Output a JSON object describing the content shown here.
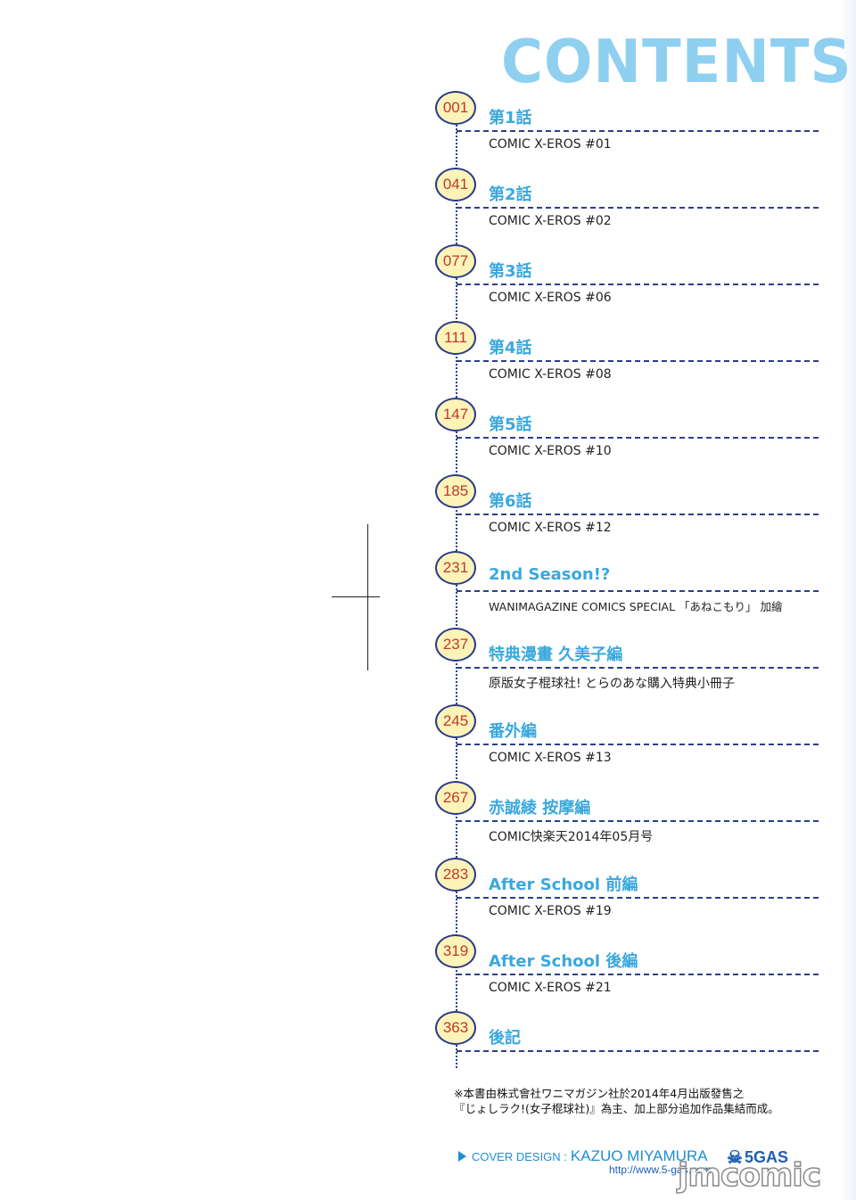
{
  "title": "CONTENTS",
  "entries": [
    {
      "page": "001",
      "chapter": "第1話",
      "source": "COMIC X-EROS #01"
    },
    {
      "page": "041",
      "chapter": "第2話",
      "source": "COMIC X-EROS #02"
    },
    {
      "page": "077",
      "chapter": "第3話",
      "source": "COMIC X-EROS #06"
    },
    {
      "page": "111",
      "chapter": "第4話",
      "source": "COMIC X-EROS #08"
    },
    {
      "page": "147",
      "chapter": "第5話",
      "source": "COMIC X-EROS #10"
    },
    {
      "page": "185",
      "chapter": "第6話",
      "source": "COMIC X-EROS #12"
    },
    {
      "page": "231",
      "chapter": "2nd Season!?",
      "source": "WANIMAGAZINE COMICS SPECIAL 「あねこもり」 加繪"
    },
    {
      "page": "237",
      "chapter": "特典漫畫 久美子編",
      "source": "原版女子棍球社! とらのあな購入特典小冊子"
    },
    {
      "page": "245",
      "chapter": "番外編",
      "source": "COMIC X-EROS #13"
    },
    {
      "page": "267",
      "chapter": "赤誠綾 按摩編",
      "source": "COMIC快楽天2014年05月号"
    },
    {
      "page": "283",
      "chapter": "After School 前編",
      "source": "COMIC X-EROS #19"
    },
    {
      "page": "319",
      "chapter": "After School 後編",
      "source": "COMIC X-EROS #21"
    },
    {
      "page": "363",
      "chapter": "後記",
      "source": ""
    }
  ],
  "note": {
    "line1": "※本書由株式會社ワニマガジン社於2014年4月出版發售之",
    "line2": "『じょしラク!(女子棍球社)』為主、加上部分追加作品集結而成。"
  },
  "credit": {
    "label": "COVER DESIGN :",
    "name": "KAZUO MIYAMURA",
    "url": "http://www.5-gas.com",
    "logo": "5GAS"
  },
  "watermark": "jmcomic",
  "colors": {
    "title": "#8fd0f0",
    "chapter": "#3aa8dd",
    "page_number": "#c0392b",
    "badge_fill": "#fbf3b8",
    "rule": "#2a3f8f",
    "credit": "#1e8ed0"
  }
}
